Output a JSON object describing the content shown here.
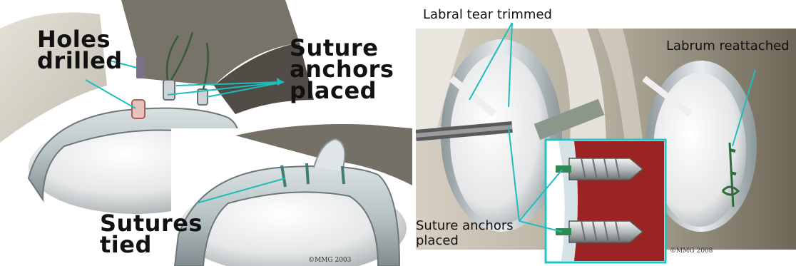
{
  "left": {
    "holes_label": "Holes\ndrilled",
    "anchors_label": "Suture\nanchors\nplaced",
    "tied_label": "Sutures\ntied",
    "copyright": "©MMG 2003"
  },
  "right": {
    "trimmed_label": "Labral tear trimmed",
    "reattached_label": "Labrum reattached",
    "anchors_label": "Suture anchors\nplaced",
    "copyright": "©MMG 2008"
  },
  "colors": {
    "leader_line": "#1fbcbc",
    "inset_border": "#22c4c4",
    "bone_red": "#9a2424"
  }
}
